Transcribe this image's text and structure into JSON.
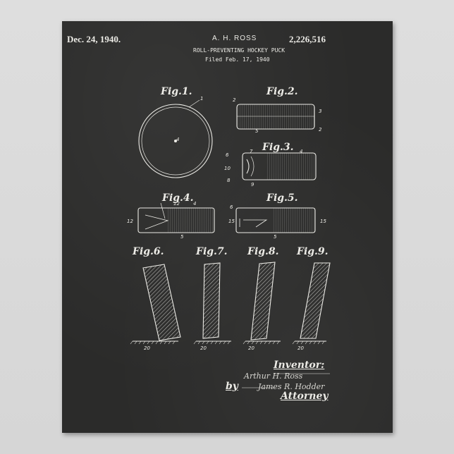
{
  "header": {
    "date": "Dec. 24, 1940.",
    "inventor": "A. H. ROSS",
    "patent_number": "2,226,516",
    "title": "ROLL-PREVENTING HOCKEY PUCK",
    "filed": "Filed Feb. 17, 1940"
  },
  "figures": {
    "fig1": "Fig.1.",
    "fig2": "Fig.2.",
    "fig3": "Fig.3.",
    "fig4": "Fig.4.",
    "fig5": "Fig.5.",
    "fig6": "Fig.6.",
    "fig7": "Fig.7.",
    "fig8": "Fig.8.",
    "fig9": "Fig.9."
  },
  "references": {
    "fig1_top": "1",
    "fig1_center": "4",
    "fig2_a": "2",
    "fig2_b": "3",
    "fig2_c": "5",
    "fig2_d": "2",
    "fig3_a": "7",
    "fig3_b": "4",
    "fig3_c": "6",
    "fig3_d": "10",
    "fig3_e": "8",
    "fig3_f": "9",
    "fig4_a": "12",
    "fig4_b": "4",
    "fig4_c": "12",
    "fig4_d": "5",
    "fig5_a": "6",
    "fig5_b": "15",
    "fig5_c": "15",
    "fig5_d": "5",
    "ground": "20"
  },
  "signature": {
    "inventor_label": "Inventor:",
    "inventor_sig": "Arthur H. Ross",
    "by": "by",
    "attorney_sig": "James R. Hodder",
    "attorney_label": "Attorney"
  },
  "colors": {
    "board": "#2b2b2a",
    "ink": "#ecebe6",
    "wall": "#d9d9d9"
  }
}
